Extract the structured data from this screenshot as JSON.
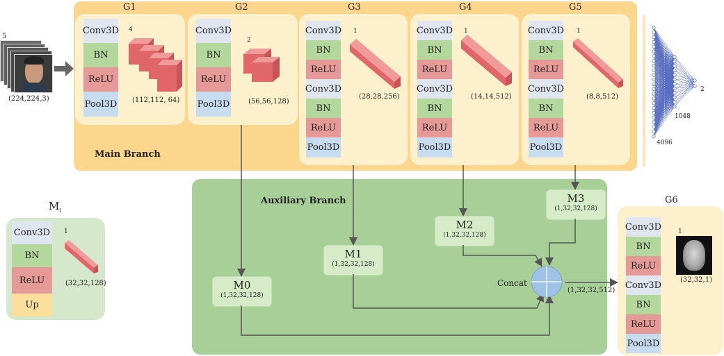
{
  "input": {
    "count": "5",
    "shape": "(224,224,3)"
  },
  "main_branch": {
    "title": "Main Branch",
    "groups": [
      {
        "name": "G1",
        "channels": "4",
        "shape": "(112,112, 64)"
      },
      {
        "name": "G2",
        "channels": "2",
        "shape": "(56,56,128)"
      },
      {
        "name": "G3",
        "channels": "1",
        "shape": "(28,28,256)"
      },
      {
        "name": "G4",
        "channels": "1",
        "shape": "(14,14,512)"
      },
      {
        "name": "G5",
        "channels": "1",
        "shape": "(8,8,512)"
      }
    ]
  },
  "layers": {
    "conv": "Conv3D",
    "bn": "BN",
    "relu": "ReLU",
    "pool": "Pool3D",
    "up": "Up"
  },
  "fc": {
    "n1": "4096",
    "n2": "1048",
    "n3": "2"
  },
  "aux_branch": {
    "title": "Auxiliary Branch",
    "modules": [
      {
        "name": "M0",
        "shape": "(1,32,32,128)"
      },
      {
        "name": "M1",
        "shape": "(1,32,32,128)"
      },
      {
        "name": "M2",
        "shape": "(1,32,32,128)"
      },
      {
        "name": "M3",
        "shape": "(1,32,32,128)"
      }
    ],
    "concat_label": "Concat",
    "concat_shape": "(1,32,32,512)"
  },
  "mi": {
    "title": "M",
    "sub": "i",
    "channels": "1",
    "shape": "(32,32,128)"
  },
  "g6": {
    "title": "G6",
    "channels": "1",
    "shape": "(32,32,1)"
  },
  "colors": {
    "main_bg": "#fbd68c",
    "aux_bg": "#a8cf98",
    "panel": "#fdf0cc",
    "conv": "#dfe6ef",
    "bn": "#b3d79c",
    "relu": "#e69a98",
    "pool": "#c8dcf0",
    "up": "#fbe09d",
    "block": "#e0666a",
    "concat": "#9ec3e6",
    "fc_lines": "#5a6fc0"
  }
}
